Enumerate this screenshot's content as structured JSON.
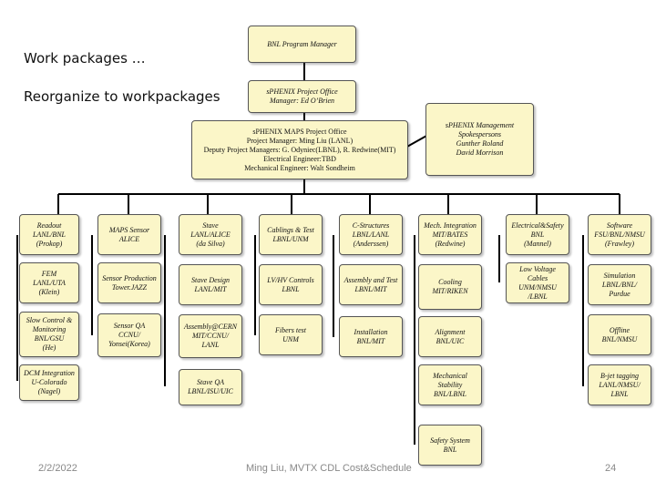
{
  "notes": {
    "line1": "Work packages …",
    "line2": "Reorganize to workpackages"
  },
  "top": {
    "bnl_pm": [
      "BNL Program Manager"
    ],
    "office": [
      "sPHENIX Project Office",
      "Manager: Ed O’Brien"
    ],
    "maps_office": [
      "sPHENIX MAPS Project Office",
      "Project Manager: Ming Liu (LANL)",
      "Deputy Project Managers: G. Odyniec(LBNL), R. Redwine(MIT)",
      "Electrical Engineer:TBD",
      "Mechanical Engineer: Walt Sondheim"
    ],
    "mgmt": [
      "sPHENIX Management",
      "Spokespersons",
      "Gunther Roland",
      "David Morrison"
    ]
  },
  "columns": [
    {
      "items": [
        [
          "Readout",
          "LANL/BNL",
          "(Prokop)"
        ],
        [
          "FEM",
          "LANL/UTA",
          "(Klein)"
        ],
        [
          "Slow Control &",
          "Monitoring",
          "BNL/GSU",
          "(He)"
        ],
        [
          "DCM Integration",
          "U-Colorado",
          "(Nagel)"
        ]
      ]
    },
    {
      "items": [
        [
          "MAPS Sensor",
          "ALICE"
        ],
        [
          "Sensor Production",
          "Tower.JAZZ"
        ],
        [
          "Sensor QA",
          "CCNU/",
          "Yonsei(Korea)"
        ]
      ]
    },
    {
      "items": [
        [
          "Stave",
          "LANL/ALICE",
          "(da Silva)"
        ],
        [
          "Stave Design",
          "LANL/MIT"
        ],
        [
          "Assembly@CERN",
          "MIT/CCNU/",
          "LANL"
        ],
        [
          "Stave QA",
          "LBNL/ISU/UIC"
        ]
      ]
    },
    {
      "items": [
        [
          "Cablings & Test",
          "LBNL/UNM"
        ],
        [
          "LV/HV Controls",
          "LBNL"
        ],
        [
          "Fibers test",
          "UNM"
        ]
      ]
    },
    {
      "items": [
        [
          "C-Structures",
          "LBNL/LANL",
          "(Anderssen)"
        ],
        [
          "Assembly and Test",
          "LBNL/MIT"
        ],
        [
          "Installation",
          "BNL/MIT"
        ]
      ]
    },
    {
      "items": [
        [
          "Mech. Integration",
          "MIT/BATES",
          "(Redwine)"
        ],
        [
          "Cooling",
          "MIT/RIKEN"
        ],
        [
          "Alignment",
          "BNL/UIC"
        ],
        [
          "Mechanical",
          "Stability",
          "BNL/LBNL"
        ],
        [
          "Safety System",
          "BNL"
        ]
      ]
    },
    {
      "items": [
        [
          "Electrical&Safety",
          "BNL",
          "(Mannel)"
        ],
        [
          "Low Voltage",
          "Cables",
          "UNM/NMSU",
          "/LBNL"
        ]
      ]
    },
    {
      "items": [
        [
          "Software",
          "FSU/BNL/NMSU",
          "(Frawley)"
        ],
        [
          "Simulation",
          "LBNL/BNL/",
          "Purdue"
        ],
        [
          "Offline",
          "BNL/NMSU"
        ],
        [
          "B-jet tagging",
          "LANL/NMSU/",
          "LBNL"
        ]
      ]
    }
  ],
  "footer": {
    "date": "2/2/2022",
    "center": "Ming Liu, MVTX CDL Cost&Schedule",
    "page": "24"
  }
}
